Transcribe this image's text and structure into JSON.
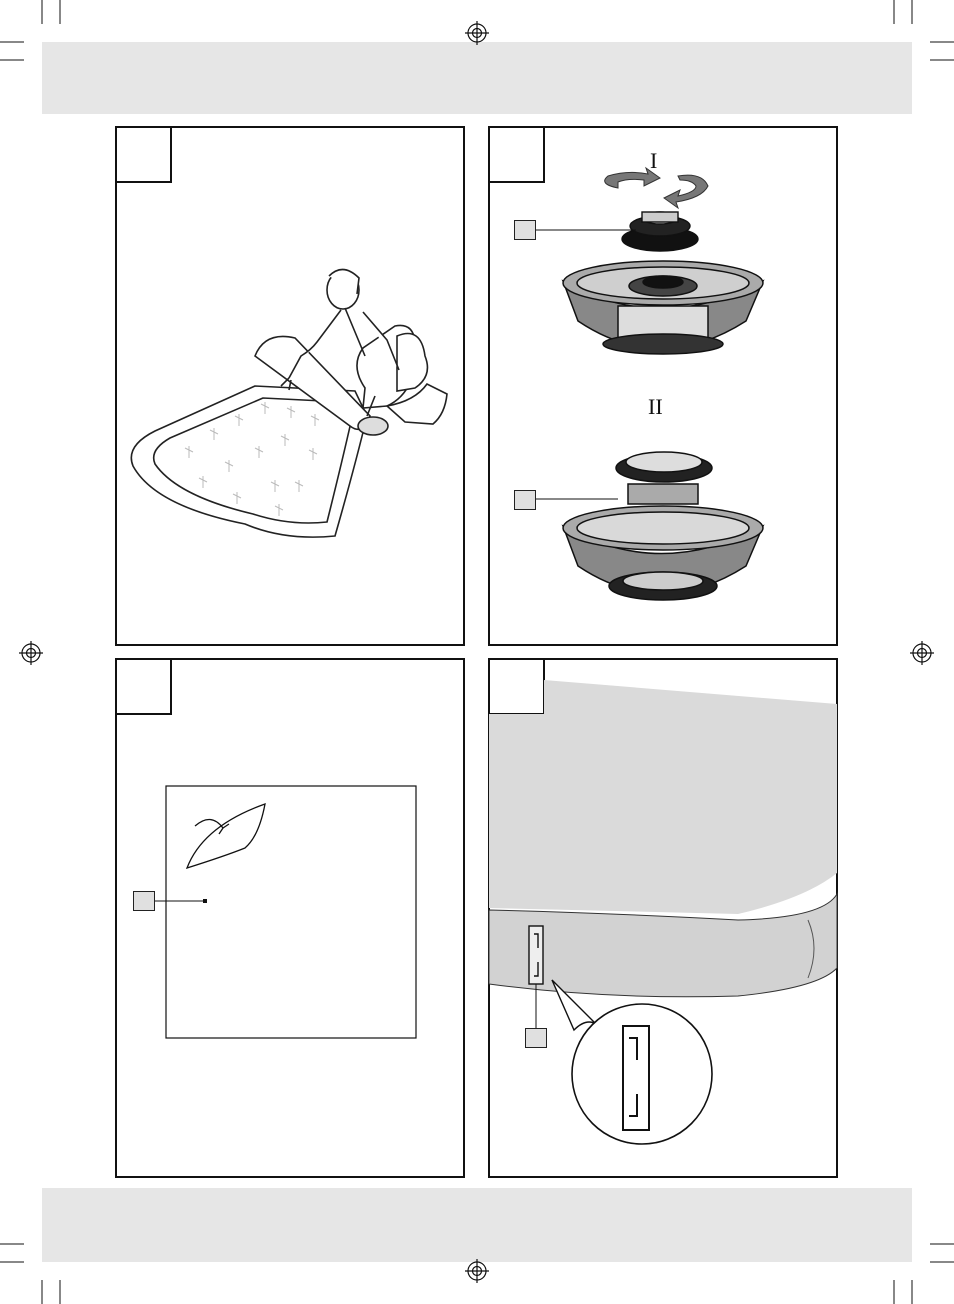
{
  "page": {
    "background": "#ffffff",
    "band_color": "#e6e6e6",
    "line_color": "#111111",
    "shade_color": "#d9d9d9"
  },
  "panels": [
    {
      "name": "figure-roll-up-mattress",
      "illustration": "person-rolling-mattress"
    },
    {
      "name": "figure-valve-open-close",
      "illustration": "valve-cap-and-bowl",
      "stage_labels": [
        "I",
        "II"
      ]
    },
    {
      "name": "figure-patch-label",
      "illustration": "repair-patch-peel"
    },
    {
      "name": "figure-mattress-side-valve",
      "illustration": "mattress-side-with-magnified-valve"
    }
  ]
}
